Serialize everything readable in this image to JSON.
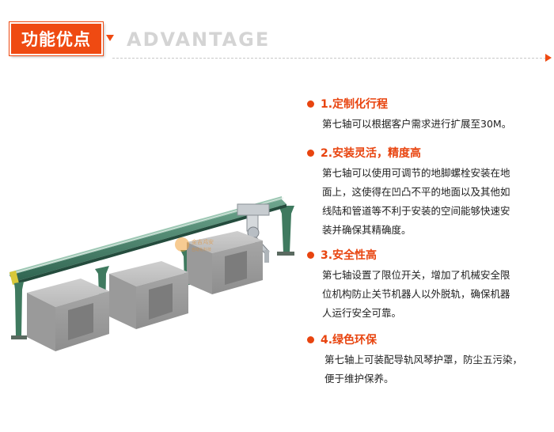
{
  "header": {
    "badge_text": "功能优点",
    "subtitle": "ADVANTAGE"
  },
  "colors": {
    "accent": "#ef4a12",
    "title": "#e8440f",
    "rail_green": "#3d7a63",
    "block_grey": "#a9a9a9"
  },
  "watermark": {
    "line1": "金吉鸿安",
    "line2": "自动化科技"
  },
  "features": [
    {
      "title": "1.定制化行程",
      "lines": [
        "第七轴可以根据客户需求进行扩展至30M。"
      ]
    },
    {
      "title": "2.安装灵活，精度高",
      "lines": [
        "第七轴可以使用可调节的地脚螺栓安装在地",
        "面上，这使得在凹凸不平的地面以及其他如",
        "线陆和管道等不利于安装的空间能够快速安",
        "装并确保其精确度。"
      ]
    },
    {
      "title": "3.安全性高",
      "lines": [
        "第七轴设置了限位开关，增加了机械安全限",
        "位机构防止关节机器人以外脱轨，确保机器",
        "人运行安全可靠。"
      ]
    },
    {
      "title": " 4.绿色环保",
      "lines": [
        "第七轴上可装配导轨风琴护罩，防尘五污染，",
        "便于维护保养。"
      ]
    }
  ]
}
